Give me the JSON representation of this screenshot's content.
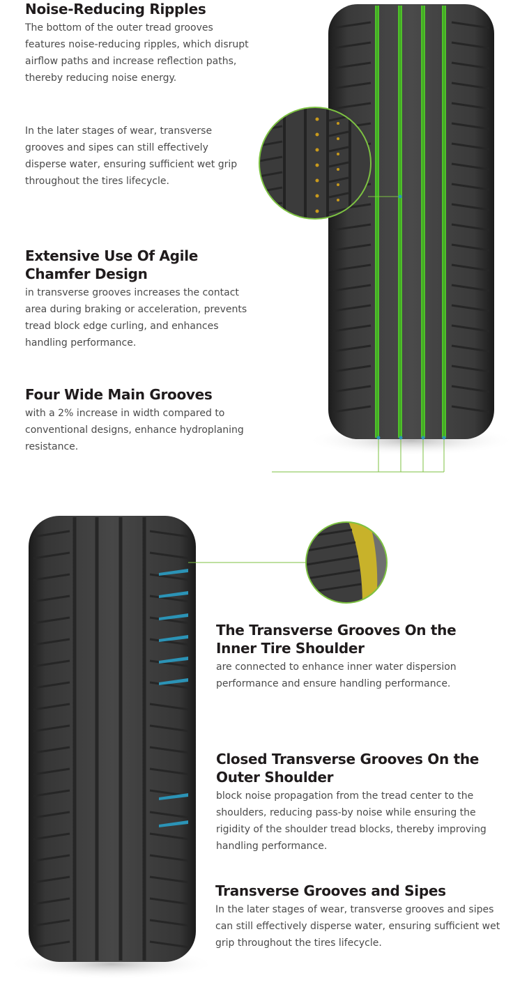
{
  "section1": {
    "feature1": {
      "title": "Noise-Reducing Ripples",
      "desc": "The bottom of the outer tread grooves features noise-reducing ripples, which disrupt airflow paths and increase reflection paths, thereby reducing noise energy."
    },
    "feature2": {
      "desc": "In the later stages of wear, transverse grooves and sipes can still effectively disperse water, ensuring sufficient wet grip throughout the tires lifecycle."
    },
    "feature3": {
      "title": "Extensive Use Of Agile Chamfer Design",
      "desc": "in transverse grooves increases the contact area during braking or acceleration, prevents tread block edge curling, and enhances handling performance."
    },
    "feature4": {
      "title": "Four Wide Main Grooves",
      "desc": "with a 2% increase in width compared to conventional designs, enhance hydroplaning resistance."
    }
  },
  "section2": {
    "feature1": {
      "title": "The Transverse Grooves On the Inner Tire Shoulder",
      "desc": "are connected to enhance inner water dispersion performance and ensure handling performance."
    },
    "feature2": {
      "title": "Closed Transverse Grooves On the Outer Shoulder",
      "desc": "block noise propagation from the tread center to the shoulders, reducing pass-by noise while ensuring the rigidity of the shoulder tread blocks, thereby improving handling performance."
    },
    "feature3": {
      "title": "Transverse Grooves and Sipes",
      "desc": "In the later stages of wear, transverse grooves and sipes can still effectively disperse water, ensuring sufficient wet grip throughout the tires lifecycle."
    }
  },
  "colors": {
    "accent_green": "#7dc242",
    "groove_green": "#4fc12a",
    "accent_blue": "#2b93b6",
    "inner_shoulder_yellow": "#c8b22a",
    "title_color": "#1f1b1c",
    "text_color": "#4a4a4a"
  }
}
